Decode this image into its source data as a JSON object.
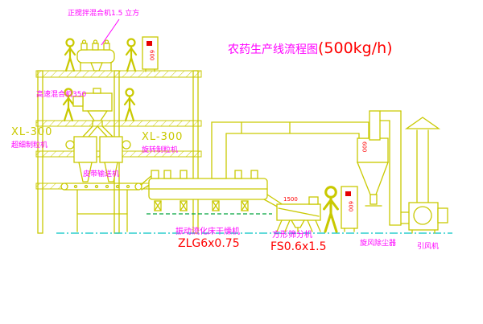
{
  "title": {
    "main": "农药生产线流程图",
    "capacity": "(500kg/h)"
  },
  "labels": {
    "top_mixer": "正搅拌混合机1.5 立方",
    "high_speed_mixer": "高速混合机350",
    "granulator_left_model": "XL-300",
    "granulator_left_name": "超细制粒机",
    "granulator_right_model": "XL-300",
    "granulator_right_name": "旋转制粒机",
    "belt_conveyor": "皮带输送机",
    "dryer_name": "振动流化床干燥机",
    "dryer_model": "ZLG6x0.75",
    "sieve_name": "方形筛分机",
    "sieve_model": "FS0.6x1.5",
    "cyclone": "旋风除尘器",
    "fan": "引风机"
  },
  "dimensions": {
    "cabinet_left": "600",
    "cabinet_right": "600",
    "cyclone_inlet": "600",
    "sieve_feed": "1500"
  },
  "colors": {
    "line_yellow": "#c9c900",
    "label_magenta": "#ff00ff",
    "label_red": "#ff0000",
    "centerline_cyan": "#00c3c3",
    "baseline_green": "#00a33e",
    "indicator_red": "#e60000",
    "background": "#ffffff"
  }
}
